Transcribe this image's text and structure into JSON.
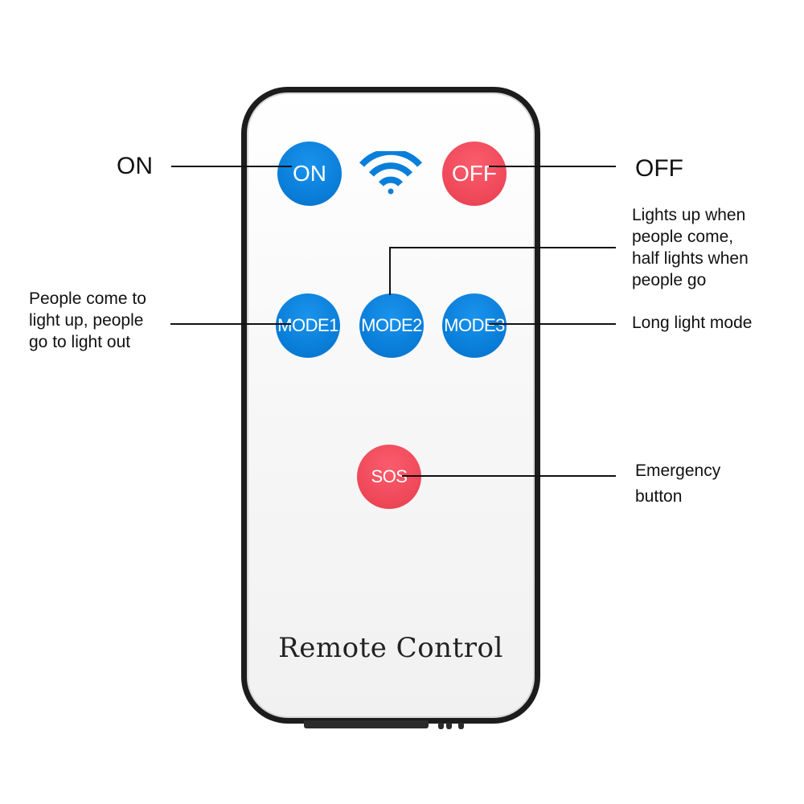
{
  "remote": {
    "brand_label": "Remote Control",
    "body_border_color": "#1c1c1c",
    "signal_icon": "wifi-signal-icon",
    "signal_color": "#0a7fda"
  },
  "buttons": {
    "on": {
      "label": "ON",
      "color": "#0a7fda"
    },
    "off": {
      "label": "OFF",
      "color": "#f04a5b"
    },
    "mode1": {
      "label": "MODE1",
      "color": "#0a7fda"
    },
    "mode2": {
      "label": "MODE2",
      "color": "#0a7fda"
    },
    "mode3": {
      "label": "MODE3",
      "color": "#0a7fda"
    },
    "sos": {
      "label": "SOS",
      "color": "#f04a5b"
    }
  },
  "annotations": {
    "on": "ON",
    "off": "OFF",
    "mode1": [
      "People come to",
      "light up, people",
      "go to light out"
    ],
    "mode2": [
      "Lights up when",
      "people come,",
      "half lights when",
      "people go"
    ],
    "mode3": "Long light mode",
    "sos": [
      "Emergency",
      "button"
    ]
  }
}
